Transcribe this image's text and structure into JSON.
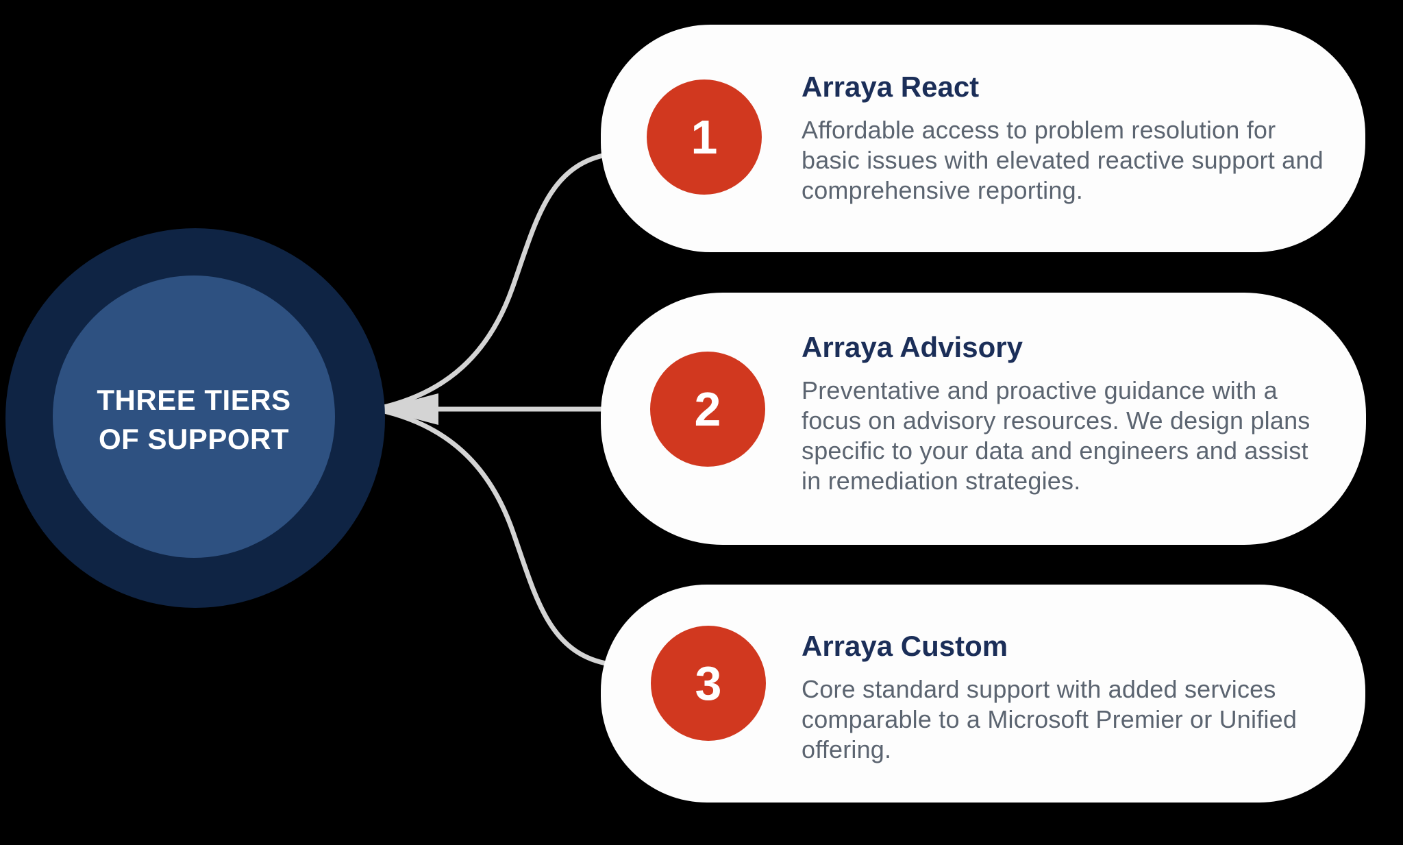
{
  "hub": {
    "label_line1": "THREE TIERS",
    "label_line2": "OF SUPPORT"
  },
  "cards": [
    {
      "number": "1",
      "title": "Arraya React",
      "body_lines": [
        "Affordable access to problem resolution for",
        "basic issues with elevated reactive support and",
        "comprehensive reporting."
      ]
    },
    {
      "number": "2",
      "title": "Arraya Advisory",
      "body_lines": [
        "Preventative and proactive guidance with a",
        "focus on advisory resources. We design plans",
        "specific to your data and engineers and assist",
        "in remediation strategies."
      ]
    },
    {
      "number": "3",
      "title": "Arraya Custom",
      "body_lines": [
        "Core standard support with added services",
        "comparable to a Microsoft Premier or Unified",
        "offering."
      ]
    }
  ],
  "colors": {
    "background": "#000000",
    "hub_outer": "#0f2444",
    "hub_inner": "#2e5181",
    "hub_text": "#ffffff",
    "card_bg": "#fdfdfd",
    "title": "#1b2e58",
    "body": "#5b6470",
    "badge": "#d1381f",
    "badge_text": "#ffffff",
    "connector": "#d4d4d4"
  }
}
